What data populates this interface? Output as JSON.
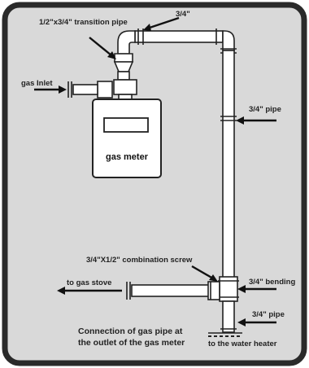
{
  "colors": {
    "frame_border": "#2a2a2a",
    "panel_fill": "#d9d9d9",
    "pipe_fill": "#ffffff",
    "line": "#222222",
    "meter_fill": "#ffffff"
  },
  "labels": {
    "transition_pipe": "1/2\"x3/4\" transition pipe",
    "top_pipe_size": "3/4\"",
    "gas_inlet": "gas Inlet",
    "meter": "gas meter",
    "vertical_pipe": "3/4\" pipe",
    "combination_screw": "3/4\"X1/2\" combination screw",
    "gas_stove": "to gas stove",
    "bending": "3/4\" bending",
    "lower_pipe": "3/4\" pipe",
    "water_heater": "to the water heater",
    "caption_line1": "Connection of gas pipe at",
    "caption_line2": "the outlet of the gas meter"
  }
}
